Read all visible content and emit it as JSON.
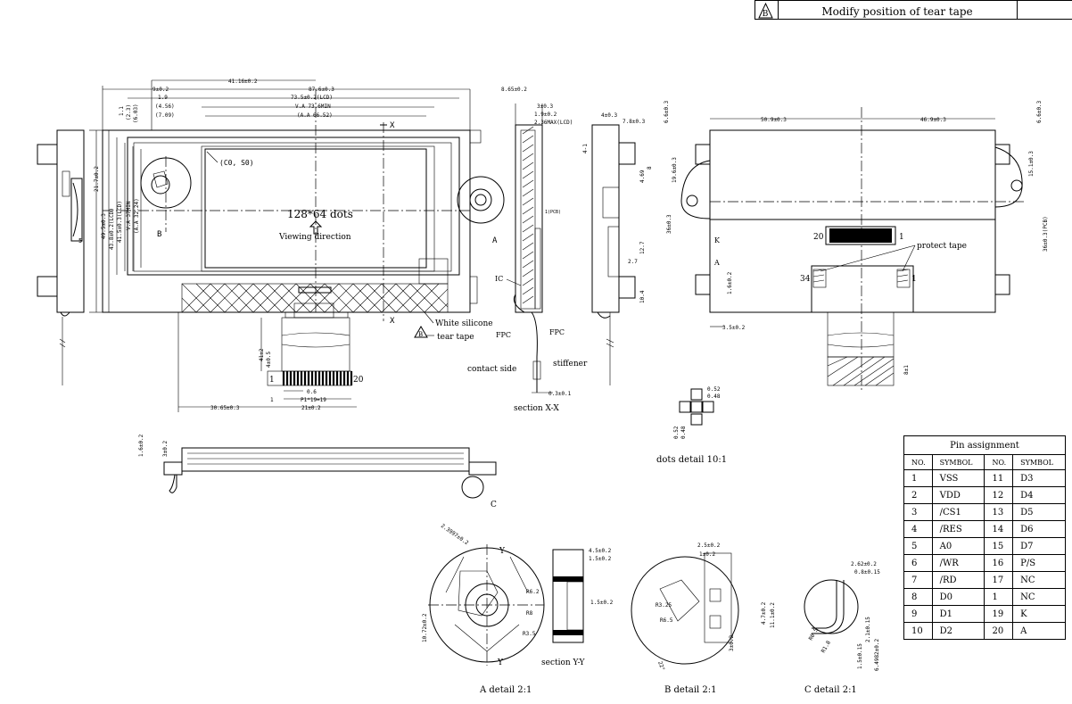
{
  "revision": {
    "mark": "B",
    "note": "Modify position of tear tape"
  },
  "front_view": {
    "display_text": "128*64 dots",
    "viewing_direction": "Viewing direction",
    "origin_label": "(C0, S0)",
    "label_B": "B",
    "label_A": "A",
    "label_X_top": "X",
    "label_X_bottom": "X",
    "white_silicone": "White silicone",
    "tear_tape": "tear tape",
    "tear_tape_mark": "B",
    "pin_1": "1",
    "pin_20": "20",
    "dims": {
      "d1": "41.16±0.2",
      "d2": "9±0.2",
      "d3": "87.6±0.3",
      "d4": "1.9",
      "d5": "73.5±0.2(LCD)",
      "d6": "(4.56)",
      "d7": "V.A 73.6MIN",
      "d8": "(7.09)",
      "d9": "(A.A 66.52)",
      "d10": "8.65±0.2",
      "d11": "1.1",
      "d12": "(2.3)",
      "d13": "(6.03)",
      "d14": "49.5±0.3",
      "d15": "43.8±0.2(LCD)",
      "d16": "41.5±0.3(LCD)",
      "d17": "V.A 37MIN",
      "d18": "(A.A 32.24)",
      "d19": "21.7±0.2",
      "d20": "5",
      "d21": "41±2",
      "d22": "4±0.5",
      "d23": "0.6",
      "d24": "P1*19=19",
      "d25": "1",
      "d26": "30.65±0.3",
      "d27": "21±0.2"
    }
  },
  "section_view": {
    "title": "section X-X",
    "ic": "IC",
    "fpc_left": "FPC",
    "fpc_right": "FPC",
    "contact_side": "contact side",
    "stiffener": "stiffener",
    "dims": {
      "s1": "3±0.3",
      "s2": "1.9±0.2",
      "s3": "2.36MAX(LCD)",
      "s4": "1(PCB)",
      "s5": "0.3±0.1"
    }
  },
  "side_view_right": {
    "dims": {
      "r1": "4±0.3",
      "r2": "7.8±0.3",
      "r3": "4.69",
      "r4": "8",
      "r5": "2.7",
      "r6": "12.7",
      "r7": "10.4",
      "r8": "4-1"
    }
  },
  "back_view": {
    "protect_tape": "protect tape",
    "label_K": "K",
    "label_A": "A",
    "pin_20": "20",
    "pin_1a": "1",
    "pin_34": "34",
    "pin_1b": "1",
    "dims": {
      "b1": "50.9±0.3",
      "b2": "46.9±0.3",
      "b3": "6.6±0.3",
      "b4": "6.6±0.3",
      "b5": "19.6±0.3",
      "b6": "15.1±0.3",
      "b7": "36±0.3",
      "b8": "36±0.3(PCB)",
      "b9": "1.6±0.2",
      "b10": "3.5±0.2",
      "b11": "8±1"
    }
  },
  "dots_detail": {
    "title": "dots detail 10:1",
    "dims": {
      "p1": "0.52",
      "p2": "0.48",
      "p3": "0.52",
      "p4": "0.48"
    }
  },
  "bottom_view": {
    "label_C": "C",
    "dims": {
      "e1": "1.6±0.2",
      "e2": "3±0.2"
    }
  },
  "detail_A": {
    "title": "A detail 2:1",
    "label_Y_top": "Y",
    "label_Y_bottom": "Y",
    "dims": {
      "a1": "2.3997±0.2",
      "a2": "10.72±0.2",
      "a3": "R6.2",
      "a4": "R8",
      "a5": "R3.5"
    }
  },
  "section_YY": {
    "title": "section Y-Y",
    "dims": {
      "y1": "4.5±0.2",
      "y2": "1.5±0.2",
      "y3": "1.5±0.2"
    }
  },
  "detail_B": {
    "title": "B detail 2:1",
    "dims": {
      "c1": "2.5±0.2",
      "c2": "1±0.2",
      "c3": "R3.25",
      "c4": "R6.5",
      "c5": "4.7±0.2",
      "c6": "11.1±0.2",
      "c7": "3±0.2",
      "c8": "22°"
    }
  },
  "detail_C": {
    "title": "C detail 2:1",
    "dims": {
      "f1": "2.62±0.2",
      "f2": "0.8±0.15",
      "f3": "R0.5",
      "f4": "R1.8",
      "f5": "1.5±0.15",
      "f6": "2.1±0.15",
      "f7": "6.4982±0.2"
    }
  },
  "pin_table": {
    "title": "Pin assignment",
    "headers": [
      "NO.",
      "SYMBOL",
      "NO.",
      "SYMBOL"
    ],
    "rows": [
      [
        "1",
        "VSS",
        "11",
        "D3"
      ],
      [
        "2",
        "VDD",
        "12",
        "D4"
      ],
      [
        "3",
        "/CS1",
        "13",
        "D5"
      ],
      [
        "4",
        "/RES",
        "14",
        "D6"
      ],
      [
        "5",
        "A0",
        "15",
        "D7"
      ],
      [
        "6",
        "/WR",
        "16",
        "P/S"
      ],
      [
        "7",
        "/RD",
        "17",
        "NC"
      ],
      [
        "8",
        "D0",
        "1",
        "NC"
      ],
      [
        "9",
        "D1",
        "19",
        "K"
      ],
      [
        "10",
        "D2",
        "20",
        "A"
      ]
    ]
  }
}
